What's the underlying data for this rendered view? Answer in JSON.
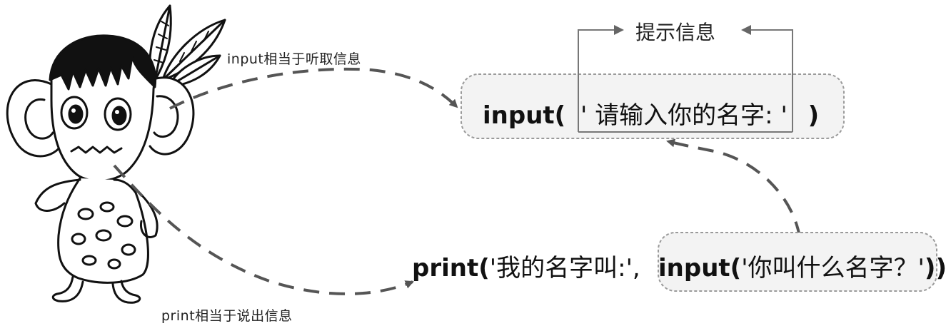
{
  "labels": {
    "input_desc": "input相当于听取信息",
    "print_desc": "print相当于说出信息",
    "hint": "提示信息"
  },
  "top_expr": {
    "func": "input(",
    "open_quote": "'",
    "text": "请输入你的名字:",
    "close_quote": "'",
    "close_paren": ")"
  },
  "bottom_expr": {
    "print_func": "print(",
    "print_text": "'我的名字叫:',",
    "inner_func": "input(",
    "inner_text": "'你叫什么名字？'",
    "close_parens": "))"
  },
  "colors": {
    "arrow": "#555555",
    "box_border": "#9a9a9a",
    "box_fill": "#f3f3f3"
  }
}
